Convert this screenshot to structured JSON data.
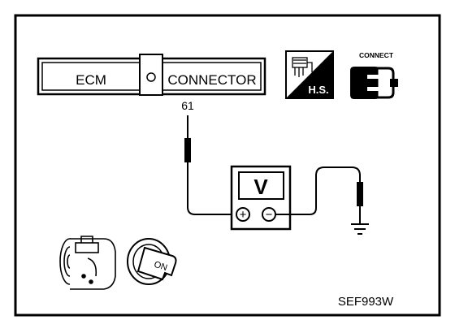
{
  "connector": {
    "left_label": "ECM",
    "right_label": "CONNECTOR",
    "pin": "61"
  },
  "meter": {
    "label": "V",
    "positive_symbol": "+",
    "negative_symbol": "−"
  },
  "badges": {
    "hs_label": "H.S.",
    "connect_label": "CONNECT"
  },
  "ignition": {
    "key_position": "ON"
  },
  "figure_code": "SEF993W"
}
